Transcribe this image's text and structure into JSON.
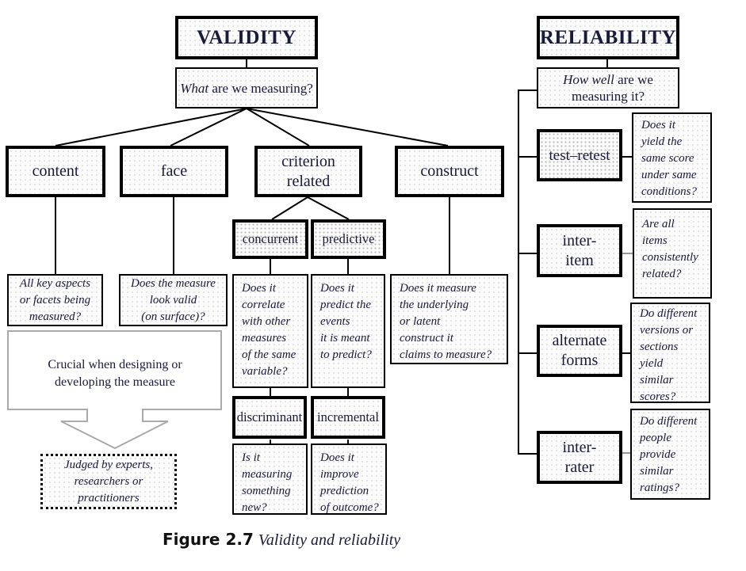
{
  "validity": {
    "title": "VALIDITY",
    "question_emph": "What",
    "question_rest": " are we measuring?",
    "types": {
      "content": {
        "label": "content",
        "question": "All key aspects\nor facets being\nmeasured?"
      },
      "face": {
        "label": "face",
        "question": "Does the measure\nlook valid\n(on surface)?"
      },
      "criterion": {
        "label": "criterion\nrelated",
        "concurrent": {
          "label": "concurrent",
          "question": "Does it\ncorrelate\nwith other\nmeasures\nof the same\nvariable?"
        },
        "predictive": {
          "label": "predictive",
          "question": "Does it\npredict the\nevents\nit is meant\nto predict?"
        },
        "discriminant": {
          "label": "discriminant",
          "question": "Is it\nmeasuring\nsomething\nnew?"
        },
        "incremental": {
          "label": "incremental",
          "question": "Does it\nimprove\nprediction\nof outcome?"
        }
      },
      "construct": {
        "label": "construct",
        "question": "Does it measure\nthe underlying\nor latent\nconstruct it\nclaims to measure?"
      }
    },
    "note": "Crucial when designing or\ndeveloping the measure",
    "judged": "Judged by experts,\nresearchers or\npractitioners"
  },
  "reliability": {
    "title": "RELIABILITY",
    "question_emph": "How well",
    "question_rest": " are we measuring it?",
    "types": [
      {
        "label": "test–retest",
        "question": "Does it\nyield the\nsame score\nunder same\nconditions?"
      },
      {
        "label": "inter-\nitem",
        "question": "Are all\nitems\nconsistently\nrelated?"
      },
      {
        "label": "alternate\nforms",
        "question": "Do different\nversions or\nsections\nyield\nsimilar\nscores?"
      },
      {
        "label": "inter-\nrater",
        "question": "Do different\npeople\nprovide\nsimilar\nratings?"
      }
    ]
  },
  "caption": {
    "figure": "Figure 2.7",
    "title": "Validity and reliability"
  }
}
